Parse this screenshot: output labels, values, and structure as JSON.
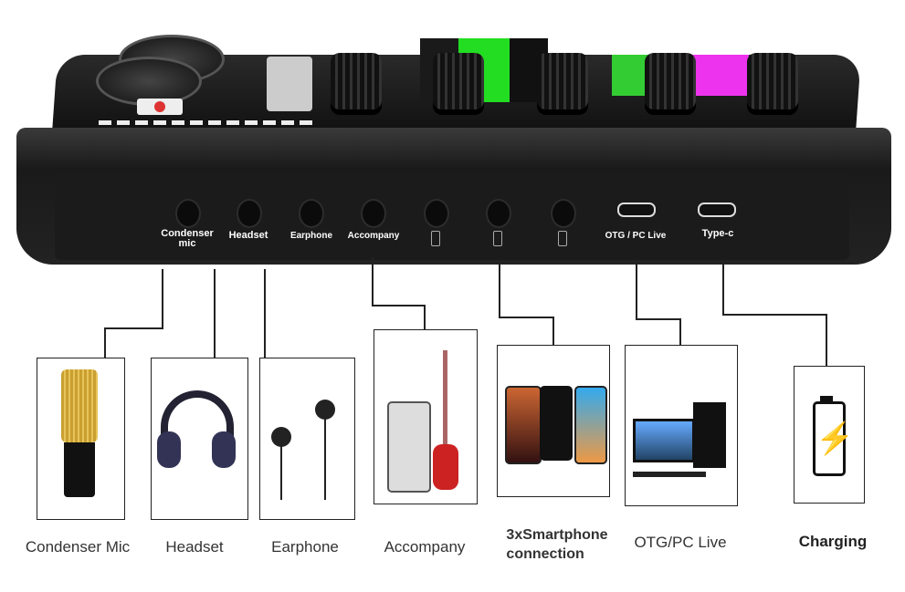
{
  "device": {
    "ports": [
      {
        "label_line1": "Condenser",
        "label_line2": "mic"
      },
      {
        "label_line1": "Headset"
      },
      {
        "label_line1": "Earphone"
      },
      {
        "label_line1": "Accompany"
      },
      {
        "icon": "phone-icon"
      },
      {
        "icon": "phone-icon"
      },
      {
        "icon": "phone-icon"
      },
      {
        "label_line1": "OTG / PC Live"
      },
      {
        "label_line1": "Type-c"
      }
    ]
  },
  "devices": [
    {
      "caption": "Condenser Mic",
      "icon": "microphone-icon"
    },
    {
      "caption": "Headset",
      "icon": "headset-icon"
    },
    {
      "caption": "Earphone",
      "icon": "earphone-icon"
    },
    {
      "caption": "Accompany",
      "icon": "guitar-phone-icon"
    },
    {
      "caption_line1": "3xSmartphone",
      "caption_line2": "connection",
      "icon": "smartphones-icon"
    },
    {
      "caption": "OTG/PC Live",
      "icon": "computer-icon"
    },
    {
      "caption": "Charging",
      "icon": "battery-charging-icon"
    }
  ]
}
